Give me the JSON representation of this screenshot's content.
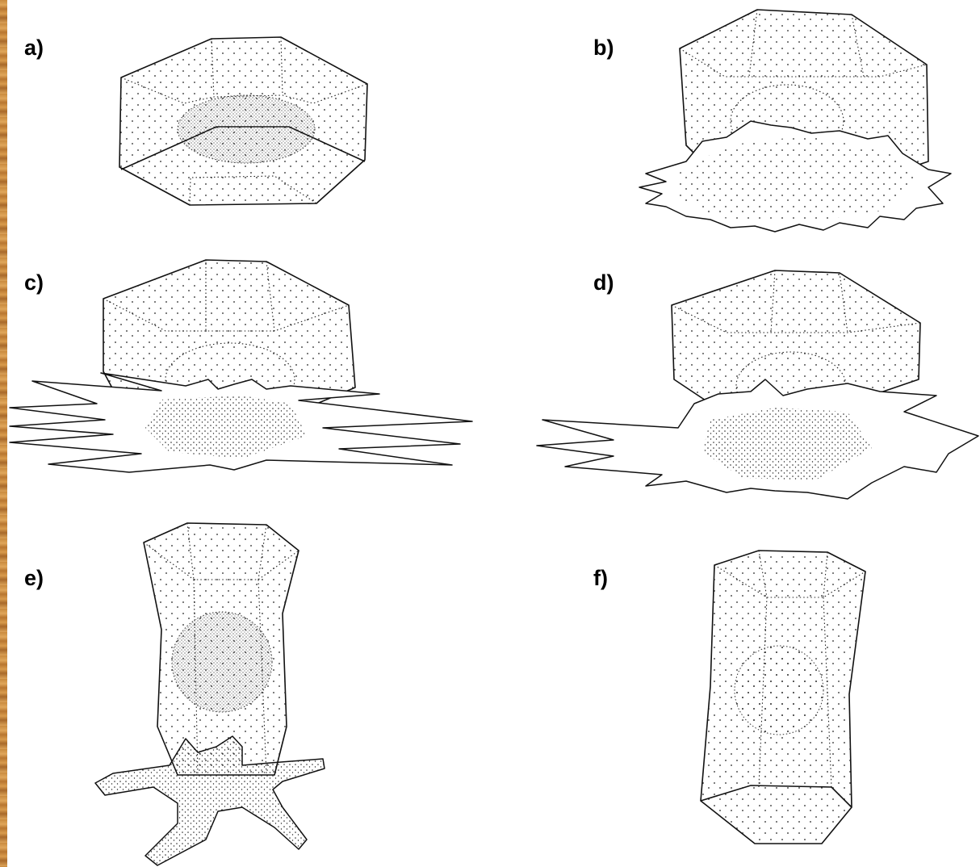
{
  "panels": [
    {
      "id": "a",
      "label": "a)"
    },
    {
      "id": "b",
      "label": "b)"
    },
    {
      "id": "c",
      "label": "c)"
    },
    {
      "id": "d",
      "label": "d)"
    },
    {
      "id": "e",
      "label": "e)"
    },
    {
      "id": "f",
      "label": "f)"
    }
  ]
}
